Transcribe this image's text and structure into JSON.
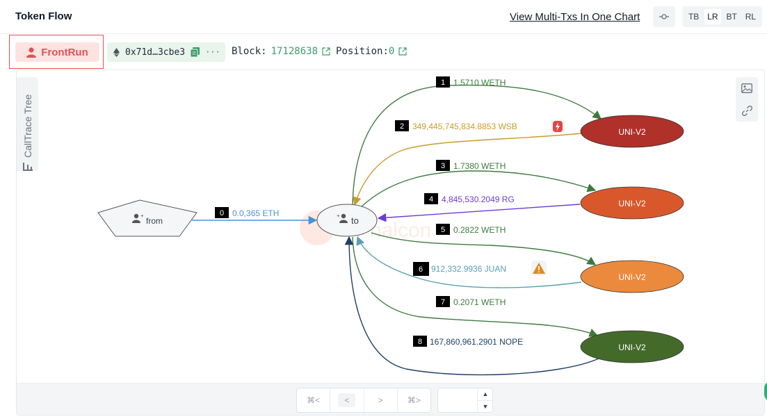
{
  "header": {
    "title": "Token Flow",
    "multi_link": "View Multi-Txs In One Chart",
    "directions": [
      "TB",
      "LR",
      "BT",
      "RL"
    ],
    "active_direction": "LR"
  },
  "tx": {
    "label_tag": "FrontRun",
    "hash_short": "0x71d…3cbe3",
    "more": "···",
    "block_label": "Block:",
    "block_value": "17128638",
    "position_label": "Position:",
    "position_value": "0"
  },
  "sidebar": {
    "calltrace_label": "CallTrace Tree"
  },
  "graph": {
    "watermark": "Phalcon",
    "nodes": {
      "from": "from",
      "to": "to",
      "pool1": "UNI-V2",
      "pool2": "UNI-V2",
      "pool3": "UNI-V2",
      "pool4": "UNI-V2"
    },
    "edges": [
      {
        "index": "0",
        "label": "0.0,365 ETH",
        "color": "#4a90d9"
      },
      {
        "index": "1",
        "label": "1.5710 WETH",
        "color": "#3d7a3d"
      },
      {
        "index": "2",
        "label": "349,445,745,834.8853 WSB",
        "color": "#c99a2e"
      },
      {
        "index": "3",
        "label": "1.7380 WETH",
        "color": "#3d7a3d"
      },
      {
        "index": "4",
        "label": "4,845,530.2049 RG",
        "color": "#6b3bd4"
      },
      {
        "index": "5",
        "label": "0.2822 WETH",
        "color": "#3d7a3d"
      },
      {
        "index": "6",
        "label": "912,332.9936 JUAN",
        "color": "#5a9fb0"
      },
      {
        "index": "7",
        "label": "0.2071 WETH",
        "color": "#3d7a3d"
      },
      {
        "index": "8",
        "label": "167,860,961.2901 NOPE",
        "color": "#1f3f66"
      }
    ],
    "node_colors": {
      "pool1": "#b0302a",
      "pool2": "#d9582b",
      "pool3": "#eb8a3c",
      "pool4": "#446a2a"
    }
  },
  "footer": {
    "nav_first": "⌘<",
    "nav_prev": "<",
    "nav_next": ">",
    "nav_last": "⌘>",
    "stepper_value": ""
  }
}
